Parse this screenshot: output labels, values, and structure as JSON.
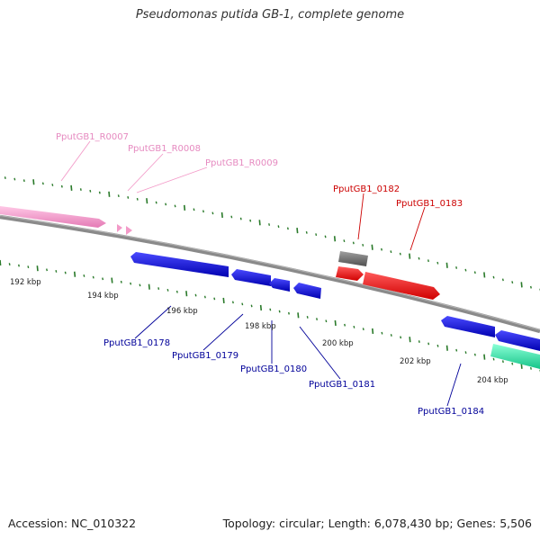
{
  "title": "Pseudomonas putida GB-1, complete genome",
  "footer": {
    "accession": "Accession: NC_010322",
    "topology": "Topology: circular; Length: 6,078,430 bp; Genes: 5,506"
  },
  "colors": {
    "backbone": "#8a8a8a",
    "tick": "#2a7a2a",
    "rna_pink": "#f39ac8",
    "rna_label": "#e68ac0",
    "gene_red": "#ff0000",
    "gene_red_label": "#cc0000",
    "gene_blue": "#0a0adf",
    "gene_blue_label": "#000099",
    "gene_gray": "#707070",
    "gene_green": "#2ee8a6"
  },
  "kbp_labels": [
    "192 kbp",
    "194 kbp",
    "196 kbp",
    "198 kbp",
    "200 kbp",
    "202 kbp",
    "204 kbp"
  ],
  "gene_labels": {
    "r0007": "PputGB1_R0007",
    "r0008": "PputGB1_R0008",
    "r0009": "PputGB1_R0009",
    "g0182": "PputGB1_0182",
    "g0183": "PputGB1_0183",
    "g0178": "PputGB1_0178",
    "g0179": "PputGB1_0179",
    "g0180": "PputGB1_0180",
    "g0181": "PputGB1_0181",
    "g0184": "PputGB1_0184"
  }
}
